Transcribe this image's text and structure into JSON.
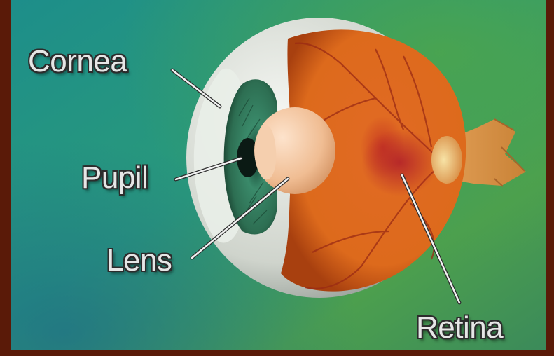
{
  "diagram": {
    "labels": {
      "cornea": "Cornea",
      "pupil": "Pupil",
      "lens": "Lens",
      "retina": "Retina"
    },
    "colors": {
      "frame": "#5a1a08",
      "background_teal": "#1f8f86",
      "background_green": "#4a9a4a",
      "sclera": "#d8dcd6",
      "iris": "#2e7a5a",
      "lens": "#f2c7a2",
      "retina": "#d9661e",
      "macula": "#b8242a",
      "optic_nerve": "#e0a15a",
      "label_text": "#e6e6e6",
      "leader_line": "#f2f2f2"
    }
  }
}
